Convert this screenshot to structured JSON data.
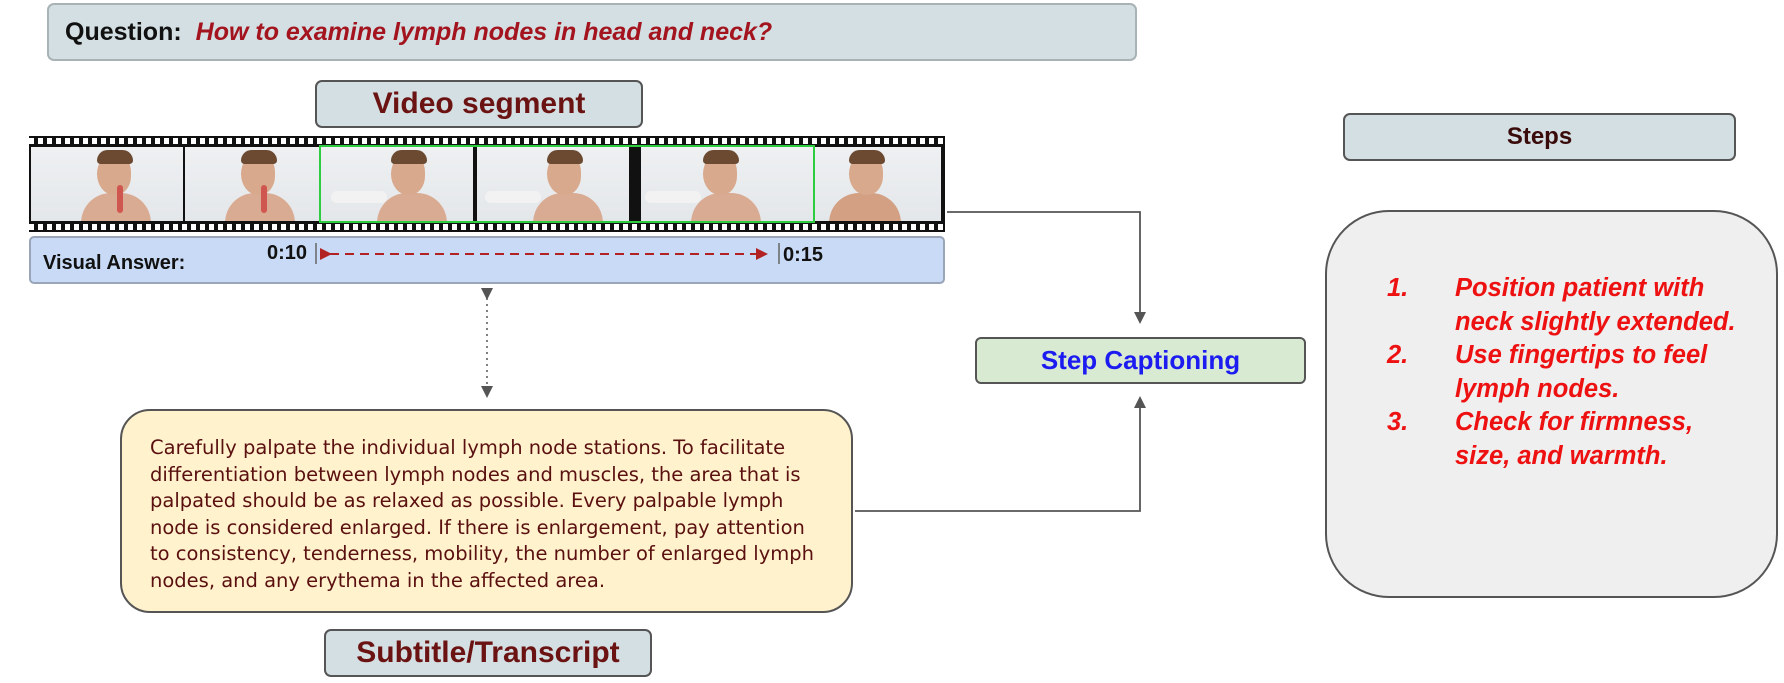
{
  "question": {
    "label": "Question:",
    "text": "How to examine lymph nodes in head and neck?"
  },
  "video_segment": {
    "title": "Video segment"
  },
  "visual_answer": {
    "label": "Visual Answer:",
    "start_time": "0:10",
    "end_time": "0:15"
  },
  "transcript": {
    "title": "Subtitle/Transcript",
    "text": "Carefully palpate the individual lymph node stations. To facilitate differentiation between lymph nodes and muscles, the area that is palpated should be as relaxed as possible. Every palpable lymph node is considered enlarged. If there is enlargement, pay attention to consistency, tenderness, mobility, the number of enlarged lymph nodes, and any erythema in the affected area."
  },
  "step_captioning": {
    "label": "Step Captioning"
  },
  "steps": {
    "title": "Steps",
    "items": [
      {
        "number": "1.",
        "text": "Position patient with neck slightly extended."
      },
      {
        "number": "2.",
        "text": "Use fingertips to feel lymph nodes."
      },
      {
        "number": "3.",
        "text": "Check for firmness, size, and warmth."
      }
    ]
  },
  "colors": {
    "question_text": "#a3141e",
    "header_text": "#6b1212",
    "highlight_border": "#2ecc40",
    "time_arrow": "#b22222",
    "step_text": "#ee1111",
    "step_caption_text": "#1c1cf0"
  }
}
